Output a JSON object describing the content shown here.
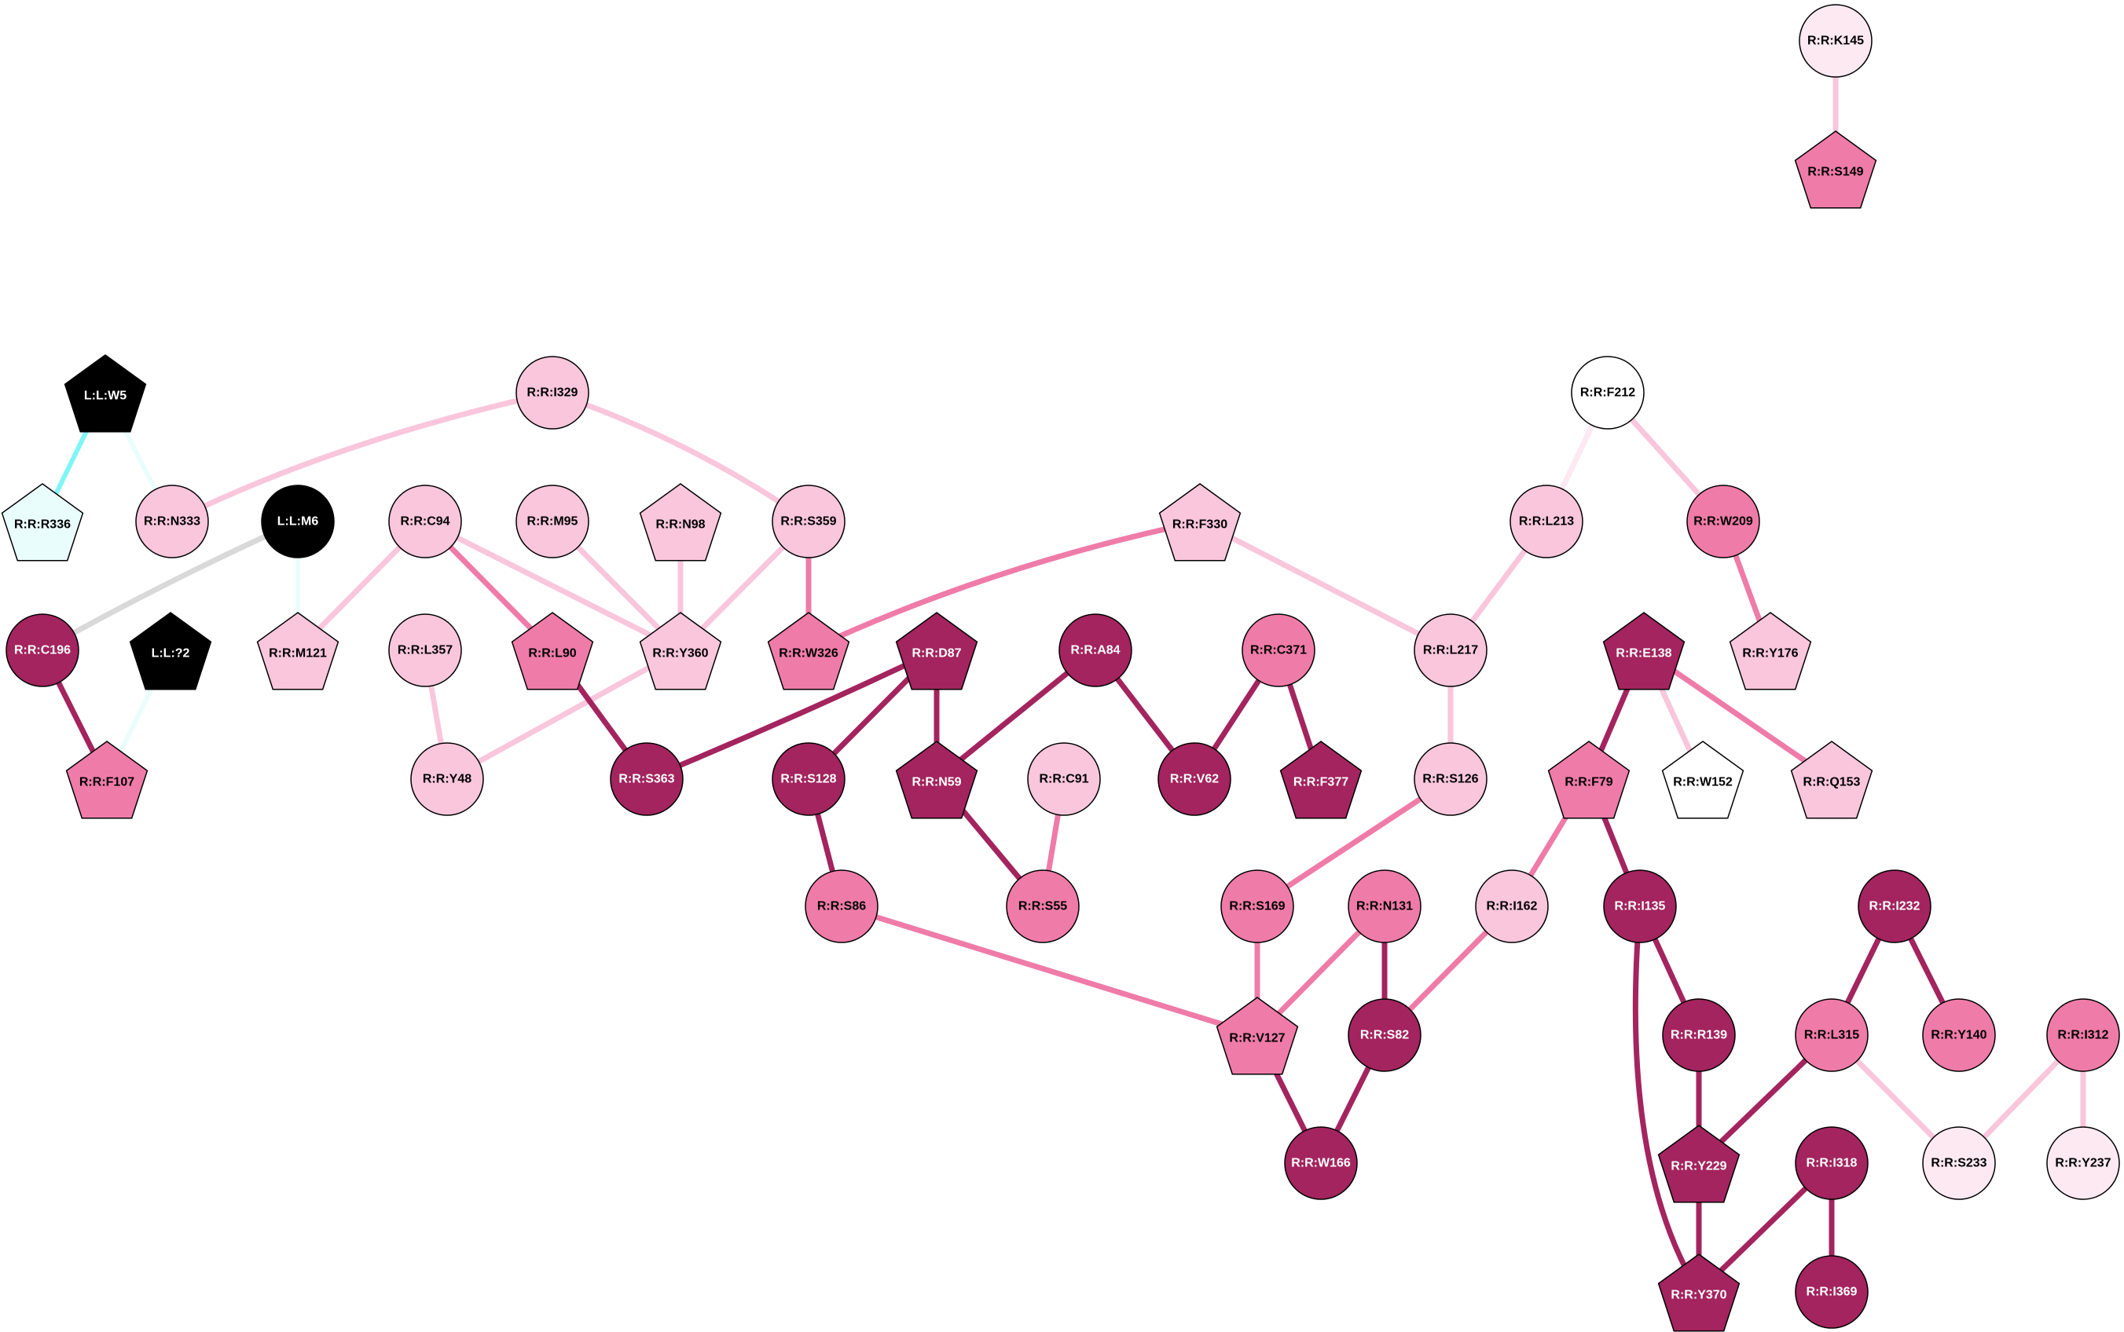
{
  "colors": {
    "white": "#ffffff",
    "very_light_pink": "#fde9f1",
    "light_pink": "#f9c6dc",
    "pink": "#ef7ba8",
    "dark_magenta": "#a3245e",
    "black": "#000000",
    "light_cyan": "#eafdfd",
    "gray": "#d9d9d9",
    "cyan": "#7ff5f5"
  },
  "nodes": [
    {
      "id": "R:R:K145",
      "shape": "circle",
      "color": "very_light_pink"
    },
    {
      "id": "R:R:S149",
      "shape": "pentagon",
      "color": "pink"
    },
    {
      "id": "L:L:W5",
      "shape": "pentagon",
      "color": "black"
    },
    {
      "id": "R:R:I329",
      "shape": "circle",
      "color": "light_pink"
    },
    {
      "id": "R:R:F212",
      "shape": "circle",
      "color": "white"
    },
    {
      "id": "R:R:R336",
      "shape": "pentagon",
      "color": "light_cyan"
    },
    {
      "id": "R:R:N333",
      "shape": "circle",
      "color": "light_pink"
    },
    {
      "id": "L:L:M6",
      "shape": "circle",
      "color": "black"
    },
    {
      "id": "R:R:C94",
      "shape": "circle",
      "color": "light_pink"
    },
    {
      "id": "R:R:M95",
      "shape": "circle",
      "color": "light_pink"
    },
    {
      "id": "R:R:N98",
      "shape": "pentagon",
      "color": "light_pink"
    },
    {
      "id": "R:R:S359",
      "shape": "circle",
      "color": "light_pink"
    },
    {
      "id": "R:R:F330",
      "shape": "pentagon",
      "color": "light_pink"
    },
    {
      "id": "R:R:L213",
      "shape": "circle",
      "color": "light_pink"
    },
    {
      "id": "R:R:W209",
      "shape": "circle",
      "color": "pink"
    },
    {
      "id": "R:R:C196",
      "shape": "circle",
      "color": "dark_magenta"
    },
    {
      "id": "L:L:?2",
      "shape": "pentagon",
      "color": "black"
    },
    {
      "id": "R:R:M121",
      "shape": "pentagon",
      "color": "light_pink"
    },
    {
      "id": "R:R:L357",
      "shape": "circle",
      "color": "light_pink"
    },
    {
      "id": "R:R:L90",
      "shape": "pentagon",
      "color": "pink"
    },
    {
      "id": "R:R:Y360",
      "shape": "pentagon",
      "color": "light_pink"
    },
    {
      "id": "R:R:W326",
      "shape": "pentagon",
      "color": "pink"
    },
    {
      "id": "R:R:D87",
      "shape": "pentagon",
      "color": "dark_magenta"
    },
    {
      "id": "R:R:A84",
      "shape": "circle",
      "color": "dark_magenta"
    },
    {
      "id": "R:R:C371",
      "shape": "circle",
      "color": "pink"
    },
    {
      "id": "R:R:L217",
      "shape": "circle",
      "color": "light_pink"
    },
    {
      "id": "R:R:E138",
      "shape": "pentagon",
      "color": "dark_magenta"
    },
    {
      "id": "R:R:Y176",
      "shape": "pentagon",
      "color": "light_pink"
    },
    {
      "id": "R:R:F107",
      "shape": "pentagon",
      "color": "pink"
    },
    {
      "id": "R:R:Y48",
      "shape": "circle",
      "color": "light_pink"
    },
    {
      "id": "R:R:S363",
      "shape": "circle",
      "color": "dark_magenta"
    },
    {
      "id": "R:R:S128",
      "shape": "circle",
      "color": "dark_magenta"
    },
    {
      "id": "R:R:N59",
      "shape": "pentagon",
      "color": "dark_magenta"
    },
    {
      "id": "R:R:C91",
      "shape": "circle",
      "color": "light_pink"
    },
    {
      "id": "R:R:V62",
      "shape": "circle",
      "color": "dark_magenta"
    },
    {
      "id": "R:R:F377",
      "shape": "pentagon",
      "color": "dark_magenta"
    },
    {
      "id": "R:R:S126",
      "shape": "circle",
      "color": "light_pink"
    },
    {
      "id": "R:R:F79",
      "shape": "pentagon",
      "color": "pink"
    },
    {
      "id": "R:R:W152",
      "shape": "pentagon",
      "color": "white"
    },
    {
      "id": "R:R:Q153",
      "shape": "pentagon",
      "color": "light_pink"
    },
    {
      "id": "R:R:S86",
      "shape": "circle",
      "color": "pink"
    },
    {
      "id": "R:R:S55",
      "shape": "circle",
      "color": "pink"
    },
    {
      "id": "R:R:S169",
      "shape": "circle",
      "color": "pink"
    },
    {
      "id": "R:R:N131",
      "shape": "circle",
      "color": "pink"
    },
    {
      "id": "R:R:I162",
      "shape": "circle",
      "color": "light_pink"
    },
    {
      "id": "R:R:I135",
      "shape": "circle",
      "color": "dark_magenta"
    },
    {
      "id": "R:R:I232",
      "shape": "circle",
      "color": "dark_magenta"
    },
    {
      "id": "R:R:V127",
      "shape": "pentagon",
      "color": "pink"
    },
    {
      "id": "R:R:S82",
      "shape": "circle",
      "color": "dark_magenta"
    },
    {
      "id": "R:R:R139",
      "shape": "circle",
      "color": "dark_magenta"
    },
    {
      "id": "R:R:L315",
      "shape": "circle",
      "color": "pink"
    },
    {
      "id": "R:R:Y140",
      "shape": "circle",
      "color": "pink"
    },
    {
      "id": "R:R:I312",
      "shape": "circle",
      "color": "pink"
    },
    {
      "id": "R:R:W166",
      "shape": "circle",
      "color": "dark_magenta"
    },
    {
      "id": "R:R:Y229",
      "shape": "pentagon",
      "color": "dark_magenta"
    },
    {
      "id": "R:R:I318",
      "shape": "circle",
      "color": "dark_magenta"
    },
    {
      "id": "R:R:S233",
      "shape": "circle",
      "color": "very_light_pink"
    },
    {
      "id": "R:R:Y237",
      "shape": "circle",
      "color": "very_light_pink"
    },
    {
      "id": "R:R:Y370",
      "shape": "pentagon",
      "color": "dark_magenta"
    },
    {
      "id": "R:R:I369",
      "shape": "circle",
      "color": "dark_magenta"
    }
  ],
  "edges": [
    {
      "source": "R:R:K145",
      "target": "R:R:S149",
      "color": "light_pink"
    },
    {
      "source": "L:L:W5",
      "target": "R:R:R336",
      "color": "cyan"
    },
    {
      "source": "L:L:W5",
      "target": "R:R:N333",
      "color": "light_cyan"
    },
    {
      "source": "R:R:I329",
      "target": "R:R:N333",
      "color": "light_pink"
    },
    {
      "source": "R:R:I329",
      "target": "R:R:S359",
      "color": "light_pink"
    },
    {
      "source": "L:L:M6",
      "target": "R:R:C196",
      "color": "gray"
    },
    {
      "source": "L:L:M6",
      "target": "R:R:M121",
      "color": "light_cyan"
    },
    {
      "source": "R:R:C196",
      "target": "R:R:F107",
      "color": "dark_magenta"
    },
    {
      "source": "L:L:?2",
      "target": "R:R:F107",
      "color": "light_cyan"
    },
    {
      "source": "R:R:C94",
      "target": "R:R:M121",
      "color": "light_pink"
    },
    {
      "source": "R:R:C94",
      "target": "R:R:L90",
      "color": "pink"
    },
    {
      "source": "R:R:C94",
      "target": "R:R:Y360",
      "color": "light_pink"
    },
    {
      "source": "R:R:M95",
      "target": "R:R:Y360",
      "color": "light_pink"
    },
    {
      "source": "R:R:N98",
      "target": "R:R:Y360",
      "color": "light_pink"
    },
    {
      "source": "R:R:S359",
      "target": "R:R:Y360",
      "color": "light_pink"
    },
    {
      "source": "R:R:S359",
      "target": "R:R:W326",
      "color": "pink"
    },
    {
      "source": "R:R:Y360",
      "target": "R:R:Y48",
      "color": "light_pink"
    },
    {
      "source": "R:R:L357",
      "target": "R:R:Y48",
      "color": "light_pink"
    },
    {
      "source": "R:R:L90",
      "target": "R:R:S363",
      "color": "dark_magenta"
    },
    {
      "source": "R:R:F330",
      "target": "R:R:W326",
      "color": "pink"
    },
    {
      "source": "R:R:F330",
      "target": "R:R:L217",
      "color": "light_pink"
    },
    {
      "source": "R:R:D87",
      "target": "R:R:S363",
      "color": "dark_magenta"
    },
    {
      "source": "R:R:D87",
      "target": "R:R:S128",
      "color": "dark_magenta"
    },
    {
      "source": "R:R:D87",
      "target": "R:R:N59",
      "color": "dark_magenta"
    },
    {
      "source": "R:R:A84",
      "target": "R:R:N59",
      "color": "dark_magenta"
    },
    {
      "source": "R:R:A84",
      "target": "R:R:V62",
      "color": "dark_magenta"
    },
    {
      "source": "R:R:C371",
      "target": "R:R:V62",
      "color": "dark_magenta"
    },
    {
      "source": "R:R:C371",
      "target": "R:R:F377",
      "color": "dark_magenta"
    },
    {
      "source": "R:R:S128",
      "target": "R:R:S86",
      "color": "dark_magenta"
    },
    {
      "source": "R:R:N59",
      "target": "R:R:S55",
      "color": "dark_magenta"
    },
    {
      "source": "R:R:C91",
      "target": "R:R:S55",
      "color": "pink"
    },
    {
      "source": "R:R:S86",
      "target": "R:R:V127",
      "color": "pink"
    },
    {
      "source": "R:R:F212",
      "target": "R:R:L213",
      "color": "very_light_pink"
    },
    {
      "source": "R:R:F212",
      "target": "R:R:W209",
      "color": "light_pink"
    },
    {
      "source": "R:R:L213",
      "target": "R:R:L217",
      "color": "light_pink"
    },
    {
      "source": "R:R:W209",
      "target": "R:R:Y176",
      "color": "pink"
    },
    {
      "source": "R:R:L217",
      "target": "R:R:S126",
      "color": "light_pink"
    },
    {
      "source": "R:R:S126",
      "target": "R:R:S169",
      "color": "pink"
    },
    {
      "source": "R:R:S169",
      "target": "R:R:V127",
      "color": "pink"
    },
    {
      "source": "R:R:N131",
      "target": "R:R:V127",
      "color": "pink"
    },
    {
      "source": "R:R:N131",
      "target": "R:R:S82",
      "color": "dark_magenta"
    },
    {
      "source": "R:R:I162",
      "target": "R:R:S82",
      "color": "pink"
    },
    {
      "source": "R:R:V127",
      "target": "R:R:W166",
      "color": "dark_magenta"
    },
    {
      "source": "R:R:S82",
      "target": "R:R:W166",
      "color": "dark_magenta"
    },
    {
      "source": "R:R:E138",
      "target": "R:R:F79",
      "color": "dark_magenta"
    },
    {
      "source": "R:R:E138",
      "target": "R:R:W152",
      "color": "light_pink"
    },
    {
      "source": "R:R:E138",
      "target": "R:R:Q153",
      "color": "pink"
    },
    {
      "source": "R:R:F79",
      "target": "R:R:I162",
      "color": "pink"
    },
    {
      "source": "R:R:F79",
      "target": "R:R:I135",
      "color": "dark_magenta"
    },
    {
      "source": "R:R:I135",
      "target": "R:R:R139",
      "color": "dark_magenta"
    },
    {
      "source": "R:R:I135",
      "target": "R:R:Y370",
      "color": "dark_magenta",
      "curve": "left"
    },
    {
      "source": "R:R:R139",
      "target": "R:R:Y229",
      "color": "dark_magenta"
    },
    {
      "source": "R:R:I232",
      "target": "R:R:L315",
      "color": "dark_magenta"
    },
    {
      "source": "R:R:I232",
      "target": "R:R:Y140",
      "color": "dark_magenta"
    },
    {
      "source": "R:R:L315",
      "target": "R:R:Y229",
      "color": "dark_magenta"
    },
    {
      "source": "R:R:L315",
      "target": "R:R:S233",
      "color": "light_pink"
    },
    {
      "source": "R:R:I312",
      "target": "R:R:S233",
      "color": "light_pink"
    },
    {
      "source": "R:R:I312",
      "target": "R:R:Y237",
      "color": "light_pink"
    },
    {
      "source": "R:R:Y229",
      "target": "R:R:Y370",
      "color": "dark_magenta"
    },
    {
      "source": "R:R:I318",
      "target": "R:R:Y370",
      "color": "dark_magenta"
    },
    {
      "source": "R:R:I318",
      "target": "R:R:I369",
      "color": "dark_magenta"
    }
  ]
}
